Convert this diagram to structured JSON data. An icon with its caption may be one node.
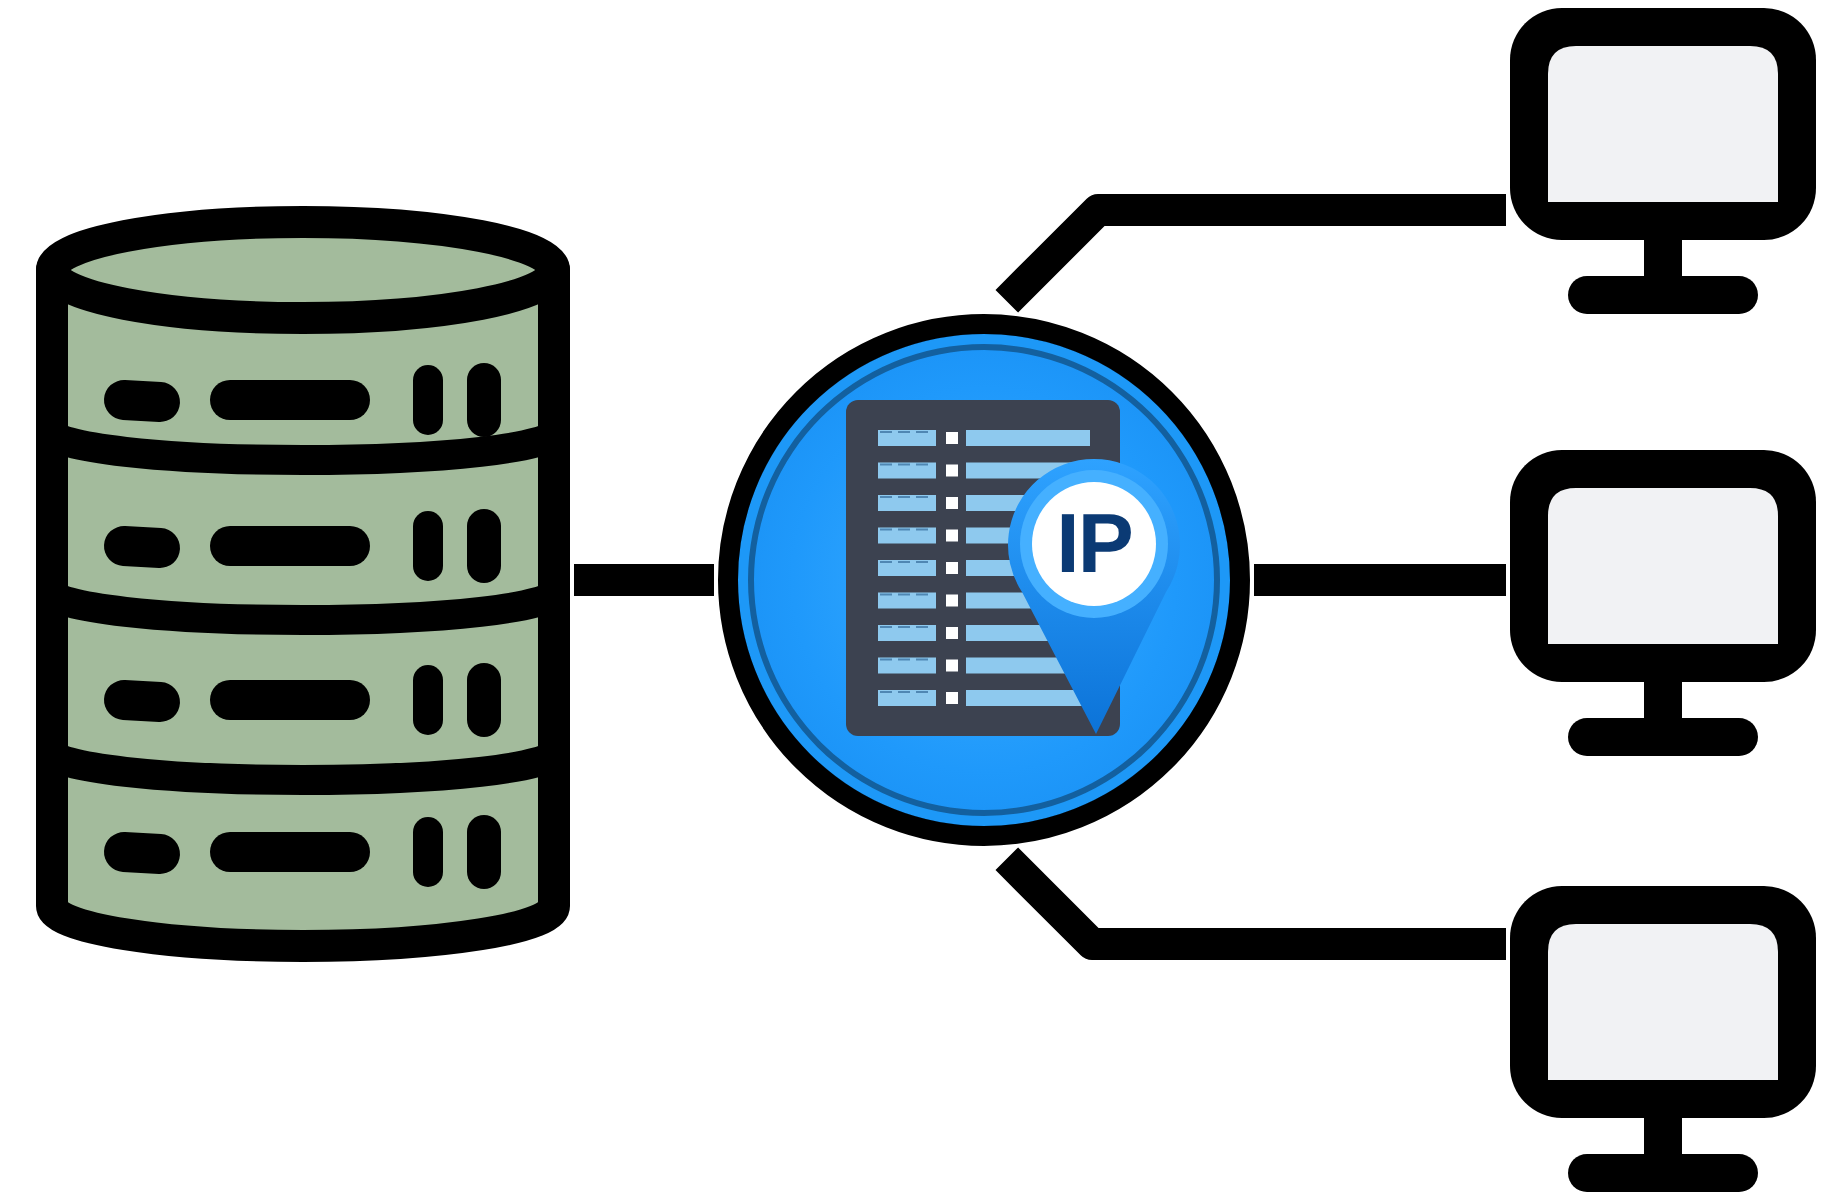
{
  "diagram": {
    "nodes": [
      {
        "text": [],
        "shape": "cylinder"
      },
      {
        "text": [
          "IP"
        ]
      },
      {
        "text": [],
        "shape": "monitor"
      },
      {
        "text": [],
        "shape": "monitor"
      },
      {
        "text": [],
        "shape": "monitor"
      }
    ],
    "edges": [
      {
        "from": 0,
        "to": 1,
        "arrow": "none"
      },
      {
        "from": 1,
        "to": 2,
        "arrow": "none"
      },
      {
        "from": 1,
        "to": 3,
        "arrow": "none"
      },
      {
        "from": 1,
        "to": 4,
        "arrow": "none"
      }
    ]
  }
}
